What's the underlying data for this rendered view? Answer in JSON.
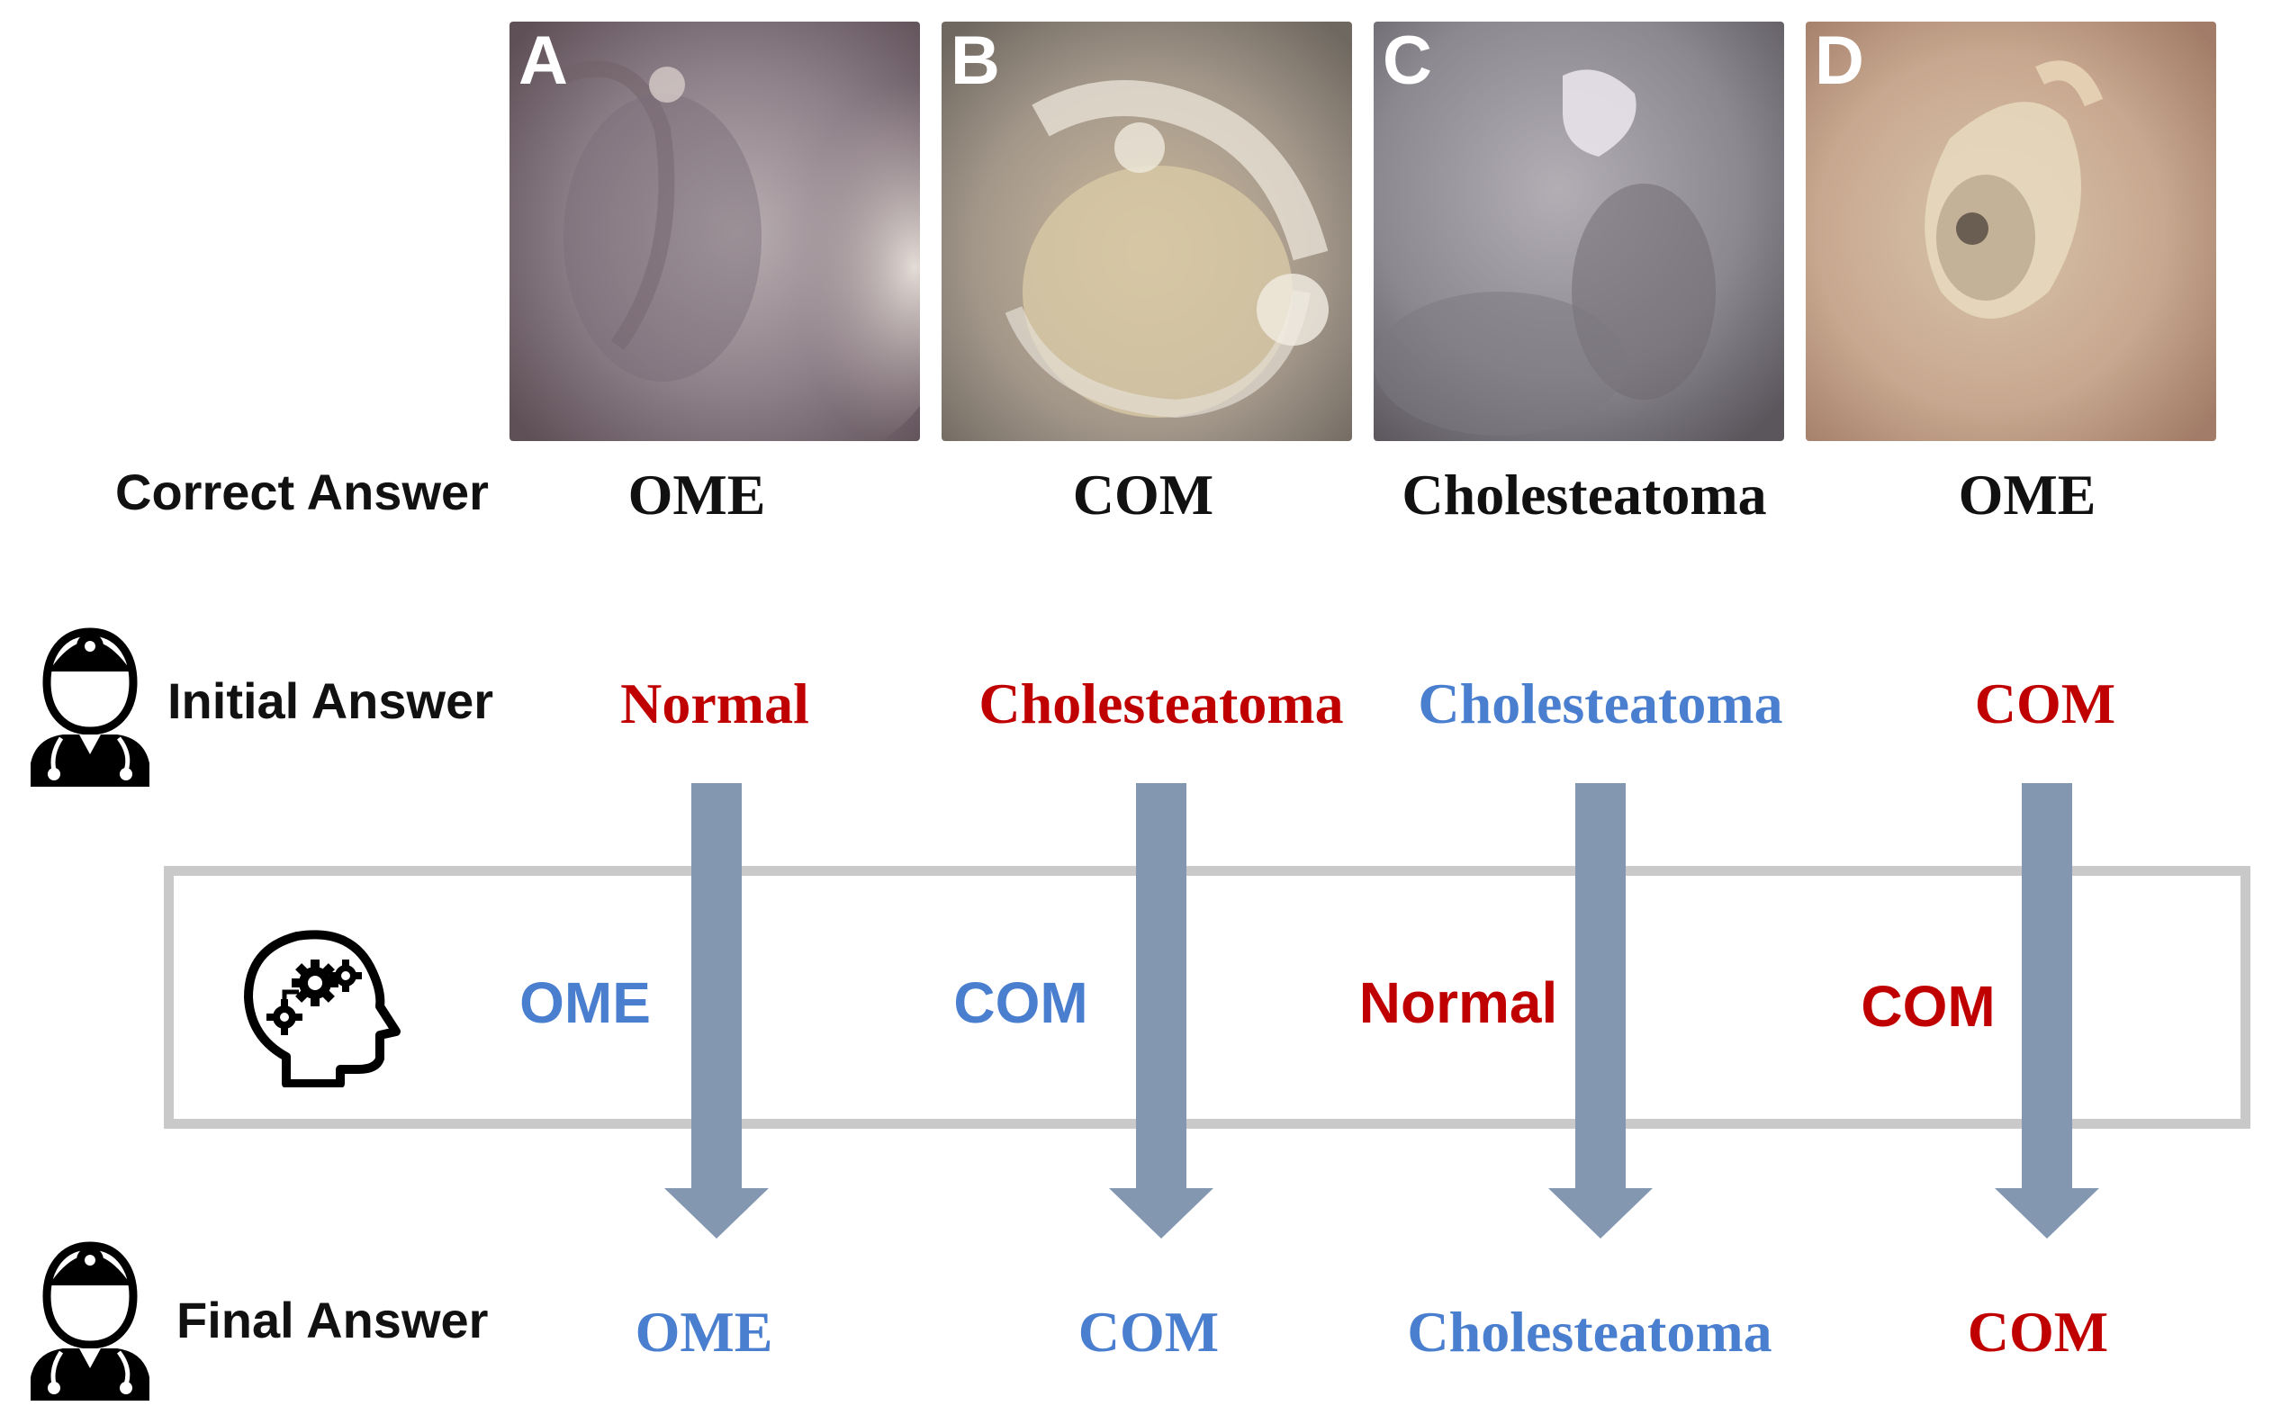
{
  "panels": [
    {
      "letter": "A",
      "correct": "OME",
      "initial": "Normal",
      "initial_color": "#c00000",
      "ai": "OME",
      "ai_color": "#4a7fd0",
      "final": "OME",
      "final_color": "#4a7fd0"
    },
    {
      "letter": "B",
      "correct": "COM",
      "initial": "Cholesteatoma",
      "initial_color": "#c00000",
      "ai": "COM",
      "ai_color": "#4a7fd0",
      "final": "COM",
      "final_color": "#4a7fd0"
    },
    {
      "letter": "C",
      "correct": "Cholesteatoma",
      "initial": "Cholesteatoma",
      "initial_color": "#4a7fd0",
      "ai": "Normal",
      "ai_color": "#c00000",
      "final": "Cholesteatoma",
      "final_color": "#4a7fd0"
    },
    {
      "letter": "D",
      "correct": "OME",
      "initial": "COM",
      "initial_color": "#c00000",
      "ai": "COM",
      "ai_color": "#c00000",
      "final": "COM",
      "final_color": "#c00000"
    }
  ],
  "labels": {
    "correct": "Correct Answer",
    "initial": "Initial Answer",
    "final": "Final Answer"
  },
  "icons": {
    "doctor": "doctor-icon",
    "ai": "head-gears-icon",
    "arrow": "down-arrow-icon"
  },
  "colors": {
    "correct": "#4a7fd0",
    "incorrect": "#c00000",
    "arrow": "#8497b0",
    "box": "#c9c9c9"
  }
}
